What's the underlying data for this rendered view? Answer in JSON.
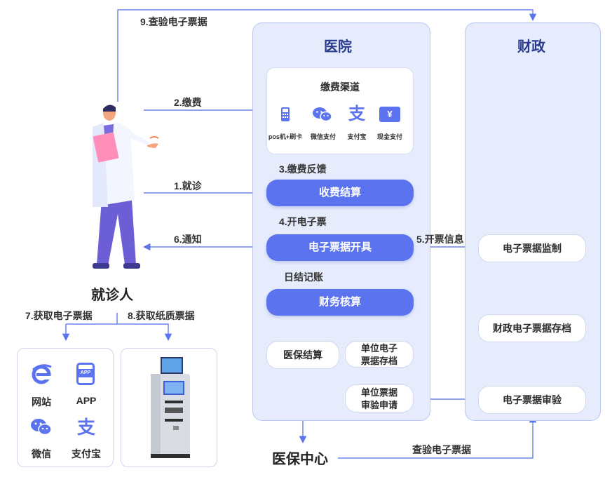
{
  "hospital": {
    "title": "医院",
    "channels": {
      "title": "缴费渠道",
      "items": [
        {
          "label": "pos机+刷卡",
          "icon": "pos-terminal-icon"
        },
        {
          "label": "微信支付",
          "icon": "wechat-icon"
        },
        {
          "label": "支付宝",
          "icon": "alipay-icon"
        },
        {
          "label": "现金支付",
          "icon": "cash-icon",
          "glyph": "¥"
        }
      ]
    },
    "steps": {
      "fee_settlement": "收费结算",
      "issue_invoice": "电子票据开具",
      "finance_accounting": "财务核算",
      "medical_insurance_settlement": "医保结算",
      "unit_archive": [
        "单位电子",
        "票据存档"
      ],
      "unit_audit_request": [
        "单位票据",
        "审验申请"
      ]
    },
    "flow_labels": {
      "payment_feedback": "3.缴费反馈",
      "open_invoice": "4.开电子票",
      "daily_bookkeeping": "日结记账"
    }
  },
  "finance": {
    "title": "财政",
    "monitoring": "电子票据监制",
    "archive": "财政电子票据存档",
    "audit": "电子票据审验"
  },
  "patient": {
    "title": "就诊人",
    "labels": {
      "verify_top": "9.查验电子票据",
      "pay": "2.缴费",
      "visit": "1.就诊",
      "notify": "6.通知",
      "get_e_invoice": "7.获取电子票据",
      "get_paper_invoice": "8.获取纸质票据"
    }
  },
  "invoice_info_label": "5.开票信息",
  "online_channels": [
    {
      "label": "网站",
      "icon": "ie-browser-icon"
    },
    {
      "label": "APP",
      "icon": "app-icon"
    },
    {
      "label": "微信",
      "icon": "wechat-icon"
    },
    {
      "label": "支付宝",
      "icon": "alipay-icon"
    }
  ],
  "app_icon_text": "APP",
  "medical_center": {
    "title": "医保中心",
    "verify_label": "查验电子票据"
  },
  "colors": {
    "panel": "#e6ecfb",
    "accent": "#5b73ee",
    "arrow": "#5b73ee",
    "title": "#2a3b8f"
  }
}
